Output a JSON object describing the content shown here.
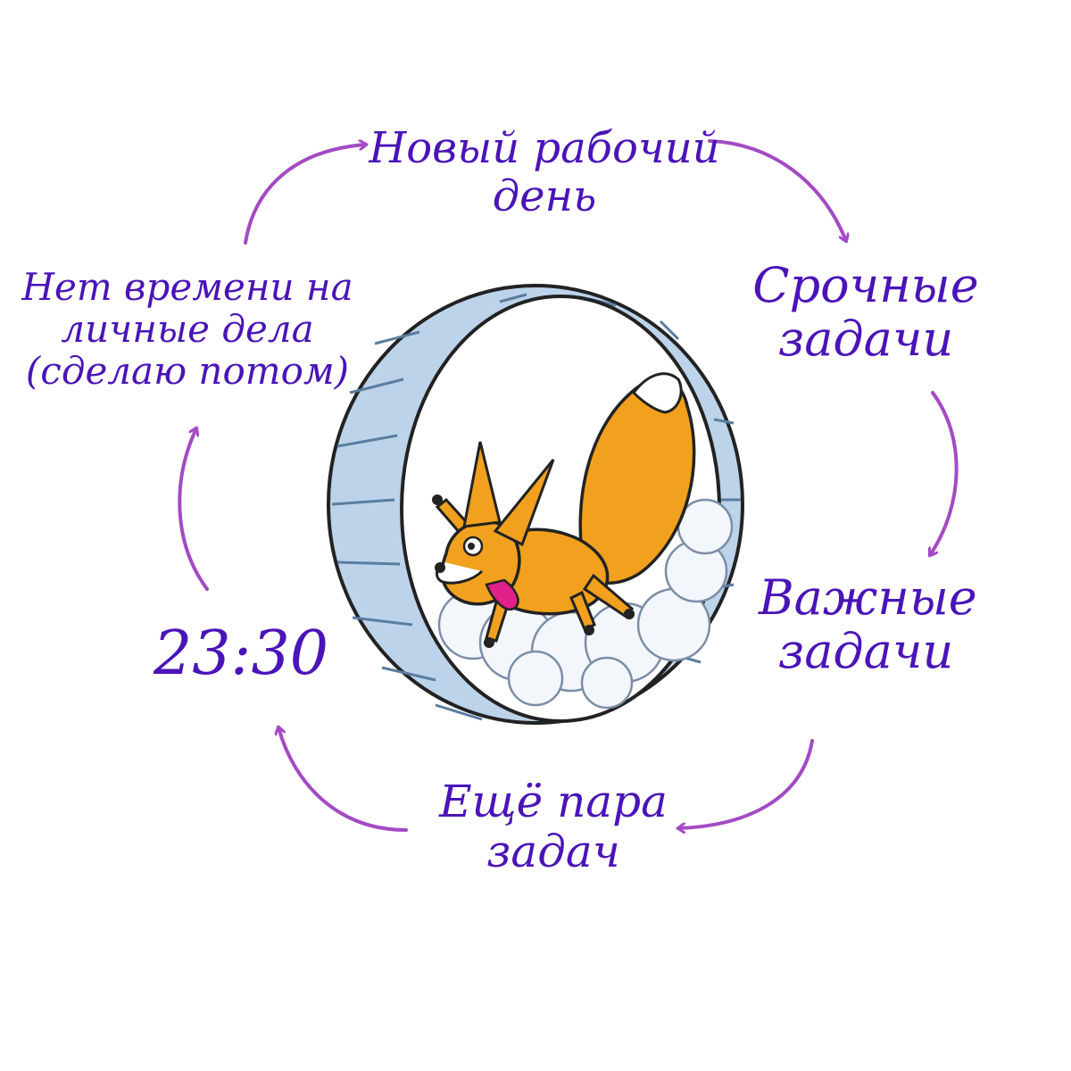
{
  "colors": {
    "text": "#4a14b8",
    "arrow": "#a44ac4",
    "wheel_fill": "#bcd3ea",
    "wheel_line": "#5a7da0",
    "fox": "#f1a11d",
    "fox_dark": "#c87410",
    "cloud": "#f3f6fa",
    "outline": "#222222",
    "tongue": "#e0218a"
  },
  "cycle": {
    "new_day": [
      "Новый рабочий",
      "день"
    ],
    "urgent": [
      "Срочные",
      "задачи"
    ],
    "important": [
      "Важные",
      "задачи"
    ],
    "few_more": [
      "Ещё пара",
      "задач"
    ],
    "time": "23:30",
    "no_time": [
      "Нет времени на",
      "личные дела",
      "(сделаю потом)"
    ]
  },
  "illustration": {
    "subject": "fox-running-in-wheel"
  }
}
